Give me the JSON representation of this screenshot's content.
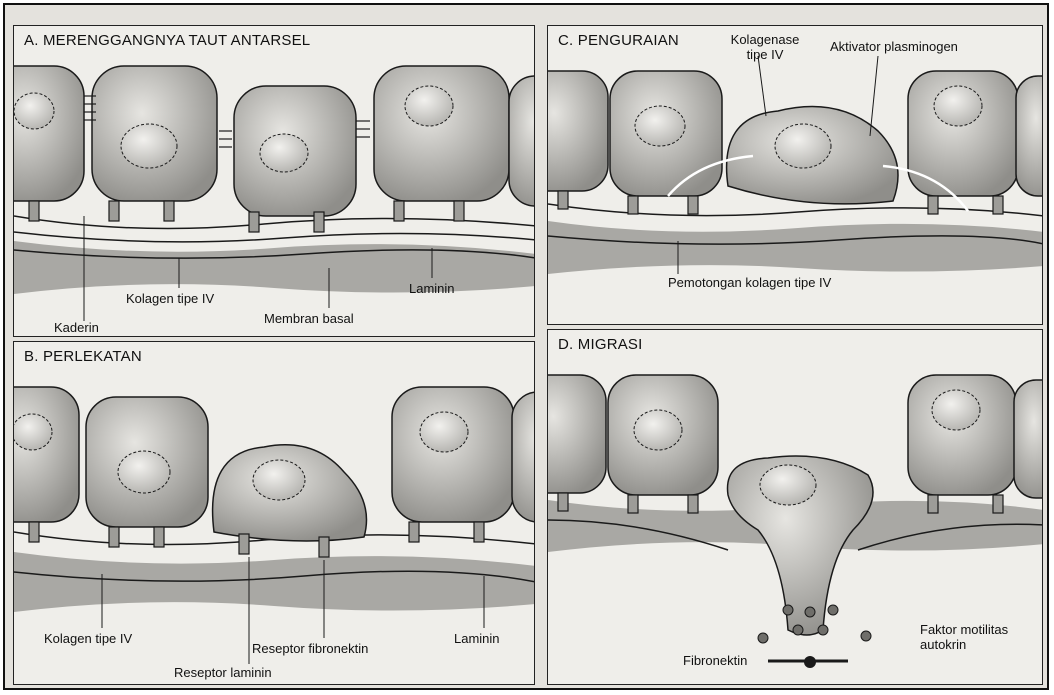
{
  "panels": {
    "a": {
      "title": "A. MERENGGANGNYA TAUT ANTARSEL",
      "labels": {
        "kaderin": "Kaderin",
        "kolagen": "Kolagen tipe IV",
        "membran": "Membran basal",
        "laminin": "Laminin"
      }
    },
    "b": {
      "title": "B. PERLEKATAN",
      "labels": {
        "kolagen": "Kolagen tipe IV",
        "reseptor_laminin": "Reseptor laminin",
        "reseptor_fibronektin": "Reseptor fibronektin",
        "laminin": "Laminin"
      }
    },
    "c": {
      "title": "C. PENGURAIAN",
      "labels": {
        "kolagenase_1": "Kolagenase",
        "kolagenase_2": "tipe IV",
        "aktivator": "Aktivator plasminogen",
        "pemotongan": "Pemotongan kolagen tipe IV"
      }
    },
    "d": {
      "title": "D. MIGRASI",
      "labels": {
        "faktor_1": "Faktor motilitas",
        "faktor_2": "autokrin",
        "fibronektin": "Fibronektin"
      }
    }
  },
  "colors": {
    "cell_fill": "#bdbcb8",
    "nucleus_fill": "#d9d8d4",
    "membrane_fill": "#a9a8a4",
    "line": "#1a1a1a"
  }
}
